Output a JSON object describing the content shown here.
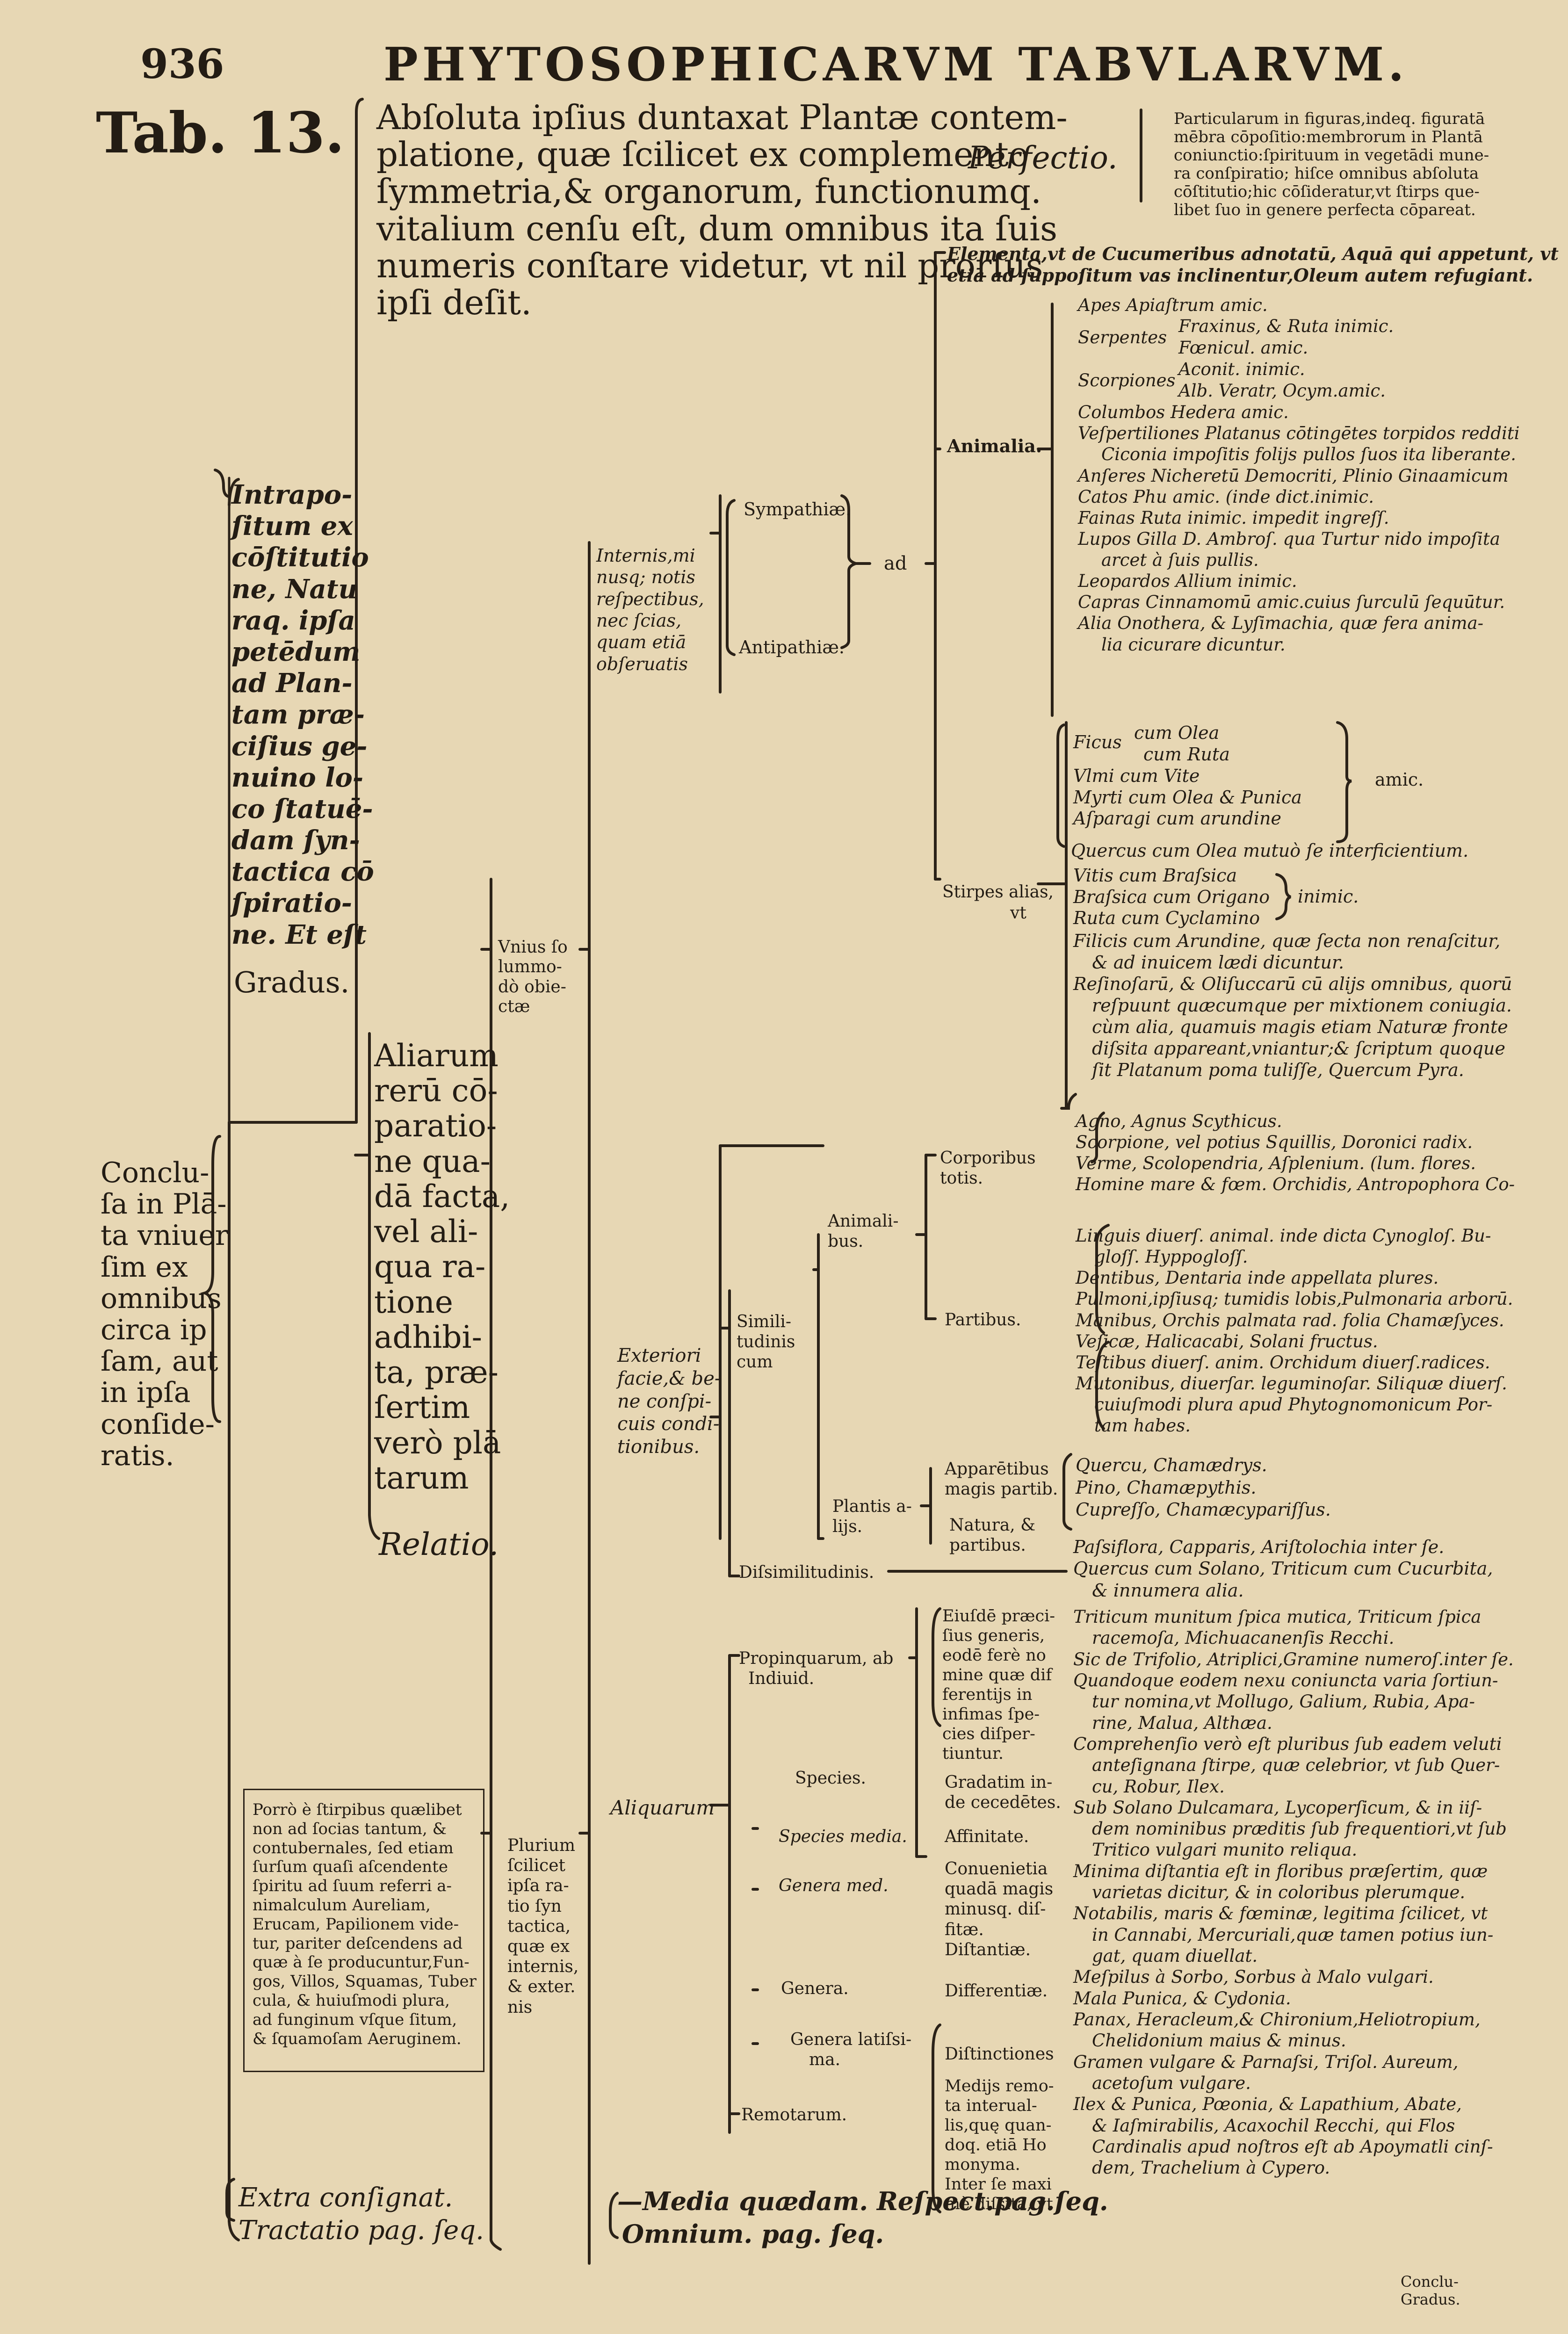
{
  "header": {
    "page_number": "936",
    "running_title": "PHYTOSOPHICARVM TABVLARVM.",
    "table_label": "Tab. 13."
  },
  "root": {
    "lines": [
      "Conclu-",
      "ſa in Plā-",
      "ta vniuer",
      "ſim ex",
      "omnibus",
      "circa ip",
      "ſam, aut",
      "in ipſa",
      "conſide-",
      "ratis."
    ]
  },
  "absoluta": {
    "lines": [
      "Abſoluta ipſius duntaxat Plantæ contem-",
      "platione, quæ ſcilicet ex complemento",
      "ſymmetria,& organorum, functionumq.",
      "vitalium cenſu eſt, dum omnibus ita ſuis",
      "numeris conſtare videtur, vt nil prorſus",
      "ipſi deſit."
    ]
  },
  "perfectio": {
    "label": "Perfectio.",
    "note_lines": [
      "Particularum in figuras,indeq. figuratā",
      "mēbra cōpoſitio:membrorum in Plantā",
      "coniunctio:ſpirituum in vegetādi mune-",
      "ra conſpiratio; hiſce omnibus abſoluta",
      "cōſtitutio;hic cōſideratur,vt ſtirps que-",
      "libet ſuo in genere perfecta cōpareat."
    ]
  },
  "intrapositum": {
    "lines": [
      "Intrapo-",
      "ſitum ex",
      "cōſtitutio",
      "ne, Natu",
      "raq. ipſa",
      "petēdum",
      "ad Plan-",
      "tam præ-",
      "ciſius ge-",
      "nuino lo-",
      "co ſtatuē-",
      "dam ſyn-",
      "tactica cō",
      "ſpiratio-",
      "ne. Et eſt"
    ],
    "gradus": "Gradus."
  },
  "aliarum": {
    "lines": [
      "Aliarum",
      "rerū cō-",
      "paratio-",
      "ne qua-",
      "dā facta,",
      "vel ali-",
      "qua ra-",
      "tione",
      "adhibi-",
      "ta, præ-",
      "ſertim",
      "verò plā",
      "tarum"
    ],
    "relatio": "Relatio."
  },
  "extra": {
    "line1": "Extra conſignat.",
    "line2": "Tractatio pag. ſeq."
  },
  "vnius": {
    "lines": [
      "Vnius ſo",
      "lummo-",
      "dò obie-",
      "ctæ"
    ]
  },
  "plurium": {
    "lines": [
      "Plurium",
      "ſcilicet",
      "ipſa ra-",
      "tio ſyn",
      "tactica,",
      "quæ ex",
      "internis,",
      "& exter.",
      "nis"
    ]
  },
  "porro_note": {
    "lines": [
      "Porrò è ſtirpibus quælibet",
      "non ad ſocias tantum, &",
      "contubernales, ſed etiam",
      "ſurſum quaſi aſcendente",
      "ſpiritu ad ſuum referri a-",
      "nimalculum Aureliam,",
      "Erucam, Papilionem vide-",
      "tur, pariter deſcendens ad",
      "quæ à ſe producuntur,Fun-",
      "gos, Villos, Squamas, Tuber",
      "cula, & huiuſmodi plura,",
      "ad funginum vſque ſitum,",
      "& ſquamoſam Aeruginem."
    ]
  },
  "internis": {
    "lines": [
      "Internis,mi",
      "nusq; notis",
      "reſpectibus,",
      "nec ſcias,",
      "quam etiā",
      "obſeruatis"
    ]
  },
  "sympathiae": "Sympathiæ.",
  "antipathiae": "Antipathiæ.",
  "ad": "ad",
  "elementa": {
    "lines": [
      "Elementa,vt de Cucumeribus adnotatū, Aquā qui appetunt, vt",
      "etiā ad ſuppoſitum vas inclinentur,Oleum autem refugiant."
    ]
  },
  "animalia": {
    "label": "Animalia.",
    "entries": [
      {
        "t": "Apes Apiaſtrum amic."
      },
      {
        "t": "Serpentes",
        "sub": [
          "Fraxinus, & Ruta inimic.",
          "Fœnicul. amic."
        ]
      },
      {
        "t": "Scorpiones",
        "sub": [
          "Aconit. inimic.",
          "Alb. Veratr, Ocym.amic."
        ]
      },
      {
        "t": "Columbos Hedera amic."
      },
      {
        "t": "Veſpertiliones Platanus cōtingētes torpidos redditi"
      },
      {
        "t": "Ciconia impoſitis folijs pullos ſuos ita liberante."
      },
      {
        "t": "Anſeres Nicheretū Democriti, Plinio Ginaamicum"
      },
      {
        "t": "Catos Phu amic.             (inde dict.inimic."
      },
      {
        "t": "Fainas Ruta inimic. impedit ingreſſ."
      },
      {
        "t": "Lupos Gilla D. Ambroſ. qua Turtur nido impoſita"
      },
      {
        "t": "arcet à ſuis pullis."
      },
      {
        "t": "Leopardos Allium inimic."
      },
      {
        "t": "Capras Cinnamomū amic.cuius ſurculū ſequūtur."
      },
      {
        "t": "Alia Onothera, & Lyſimachia, quæ fera anima-"
      },
      {
        "t": "lia cicurare dicuntur."
      }
    ]
  },
  "stirpes": {
    "label": "Stirpes alias,",
    "label2": "vt",
    "amic_group": [
      "Ficus",
      "cum Olea",
      "cum Ruta",
      "Vlmi cum Vite",
      "Myrti cum Olea & Punica",
      "Aſparagi cum arundine"
    ],
    "amic": "amic.",
    "quercus": "Quercus cum Olea mutuò ſe interficientium.",
    "inimic_group": [
      "Vitis cum Braſsica",
      "Braſsica cum Origano",
      "Ruta cum Cyclamino"
    ],
    "inimic": "inimic.",
    "rest": [
      "Filicis cum Arundine, quæ ſecta non renaſcitur,",
      "& ad inuicem lædi dicuntur.",
      "Reſinoſarū, & Oliſuccarū cū alijs omnibus, quorū",
      "reſpuunt quæcumque per mixtionem coniugia.",
      "cùm alia, quamuis magis etiam Naturæ fronte",
      "diſsita appareant,vniantur;& ſcriptum quoque",
      "ſit Platanum poma tuliſſe, Quercum Pyra."
    ]
  },
  "exteriori": {
    "lines": [
      "Exteriori",
      "facie,& be-",
      "ne conſpi-",
      "cuis condi-",
      "tionibus."
    ]
  },
  "similitudinis": {
    "lines": [
      "Simili-",
      "tudinis",
      "cum"
    ]
  },
  "animalibus": {
    "lines": [
      "Animali-",
      "bus."
    ]
  },
  "corporibus": {
    "lines": [
      "Corporibus",
      "totis."
    ],
    "entries": [
      "Agno, Agnus Scythicus.",
      "Scorpione, vel potius Squillis, Doronici radix.",
      "Verme, Scolopendria, Aſplenium.      (lum. flores.",
      "Homine mare & fœm. Orchidis, Antropophora Co-"
    ]
  },
  "partibus": {
    "label": "Partibus.",
    "entries": [
      "Linguis diuerſ. animal. inde dicta Cynogloſ. Bu-",
      "gloſſ. Hyppogloſſ.",
      "Dentibus, Dentaria inde appellata plures.",
      "Pulmoni,ipſiusq; tumidis lobis,Pulmonaria arborū.",
      "Manibus, Orchis palmata rad. folia Chamæſyces.",
      "Veſicæ, Halicacabi, Solani fructus.",
      "Teſtibus diuerſ. anim. Orchidum diuerſ.radices.",
      "Mutonibus, diuerſar. leguminoſar. Siliquæ diuerſ.",
      "cuiuſmodi plura apud Phytognomonicum Por-",
      "tam habes."
    ]
  },
  "plantis": {
    "lines": [
      "Plantis a-",
      "lijs."
    ],
    "apparentibus": [
      "Apparētibus",
      "magis partib."
    ],
    "natura": [
      "Natura, &",
      "partibus."
    ],
    "entries": [
      "Quercu, Chamædrys.",
      "Pino, Chamæpythis.",
      "Cupreſſo, Chamæcypariſſus."
    ]
  },
  "dissimilitudinis": {
    "label": "Diſsimilitudinis.",
    "entries": [
      "Paſsiflora, Capparis, Ariſtolochia inter ſe.",
      "Quercus cum Solano, Triticum cum Cucurbita,",
      "& innumera alia."
    ]
  },
  "aliquarum": "Aliquarum",
  "propinquarum": {
    "lines": [
      "Propinquarum, ab",
      "Indiuid."
    ],
    "eiusde": [
      "Eiuſdē præci-",
      "ſius generis,",
      "eodē ferè no",
      "mine quæ dif",
      "ferentijs in",
      "infimas ſpe-",
      "cies diſper-",
      "tiuntur."
    ]
  },
  "species": {
    "label": "Species.",
    "gradatim": [
      "Gradatim in-",
      "de cecedētes."
    ]
  },
  "species_media": {
    "label": "Species media.",
    "affinitate": "Affinitate."
  },
  "genera_med": {
    "label": "Genera med.",
    "conuen": [
      "Conuenietia",
      "quadā magis",
      "minusq. diſ-",
      "fitæ."
    ],
    "distantiae": "Diſtantiæ."
  },
  "genera": {
    "label": "Genera.",
    "differentiae": "Differentiæ."
  },
  "genera_lat": {
    "lines": [
      "Genera latiſsi-",
      "ma."
    ],
    "distinctiones": "Diſtinctiones"
  },
  "remotarum": {
    "label": "Remotarum.",
    "medijs": [
      "Medijs remo-",
      "ta interual-",
      "lis,quę quan-",
      "doq. etiā Ho",
      "monyma.",
      "Inter ſe maxi",
      "mè diſsita, vt"
    ]
  },
  "right_lower": [
    "Triticum munitum ſpica mutica, Triticum ſpica",
    "racemoſa, Michuacanenſis Recchi.",
    "Sic de Trifolio, Atriplici,Gramine numeroſ.inter ſe.",
    "Quandoque eodem nexu coniuncta varia ſortiun-",
    "tur nomina,vt Mollugo, Galium, Rubia, Apa-",
    "rine, Malua, Althæa.",
    "Comprehenſio verò eſt pluribus ſub eadem veluti",
    "anteſignana ſtirpe, quæ celebrior, vt ſub Quer-",
    "cu, Robur, Ilex.",
    "Sub Solano Dulcamara, Lycoperſicum, & in iiſ-",
    "dem nominibus præditis ſub frequentiori,vt ſub",
    "Tritico vulgari munito reliqua.",
    "Minima diſtantia eſt in floribus præſertim, quæ",
    "varietas dicitur, & in coloribus plerumque.",
    "Notabilis, maris & fœminæ, legitima ſcilicet, vt",
    "in Cannabi, Mercuriali,quæ tamen potius iun-",
    "gat, quam diuellat.",
    "Meſpilus à Sorbo, Sorbus à Malo vulgari.",
    "Mala Punica, & Cydonia.",
    "Panax, Heracleum,& Chironium,Heliotropium,",
    "Chelidonium maius & minus.",
    "Gramen vulgare & Parnaſsi, Triſol. Aureum,",
    "acetoſum vulgare.",
    "Ilex & Punica, Pœonia, & Lapathium, Abate,",
    "& Iaſmirabilis, Acaxochil Recchi, qui Flos",
    "Cardinalis apud noſtros eſt ab Apoymatli cinſ-",
    "dem, Trachelium à Cypero."
  ],
  "media": "—Media quædam. Reſpect.pag.ſeq.",
  "omnium": "Omnium. pag. ſeq.",
  "footer": {
    "line1": "Conclu-",
    "line2": "Gradus."
  }
}
